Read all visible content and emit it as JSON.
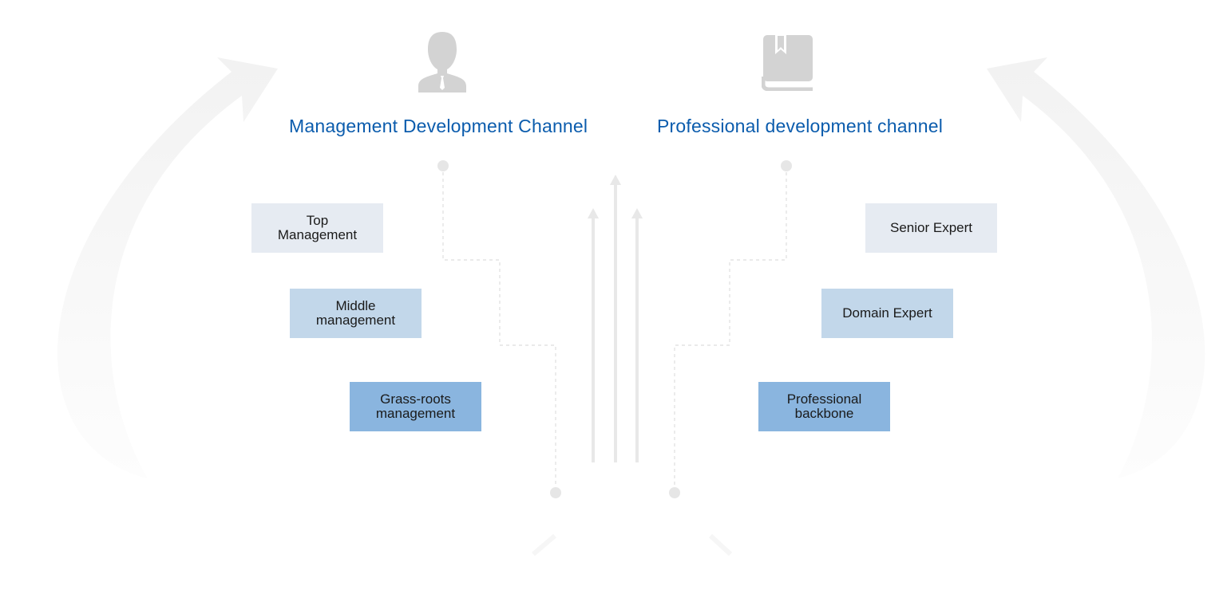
{
  "colors": {
    "title_blue": "#0b5cad",
    "level_top": "#e6ebf2",
    "level_middle": "#c2d7ea",
    "level_base": "#8ab5df",
    "icon_gray": "#d3d3d3",
    "connector_gray": "#e6e6e6",
    "big_arrow": "#f3f3f3"
  },
  "channels": [
    {
      "id": "management",
      "icon": "person-with-tie-icon",
      "title": "Management Development Channel",
      "levels": [
        {
          "line1": "Top",
          "line2": "Management",
          "tier": "top"
        },
        {
          "line1": "Middle",
          "line2": "management",
          "tier": "middle"
        },
        {
          "line1": "Grass-roots",
          "line2": "management",
          "tier": "base"
        }
      ]
    },
    {
      "id": "professional",
      "icon": "book-bookmark-icon",
      "title": "Professional development channel",
      "levels": [
        {
          "line1": "Senior Expert",
          "line2": "",
          "tier": "top"
        },
        {
          "line1": "Domain Expert",
          "line2": "",
          "tier": "middle"
        },
        {
          "line1": "Professional",
          "line2": "backbone",
          "tier": "base"
        }
      ]
    }
  ],
  "decorations": {
    "left_arrow": "curved-up-arrow-icon",
    "right_arrow": "curved-up-arrow-icon",
    "center_arrows": [
      "up-arrow-icon",
      "up-arrow-icon",
      "up-arrow-icon"
    ]
  }
}
